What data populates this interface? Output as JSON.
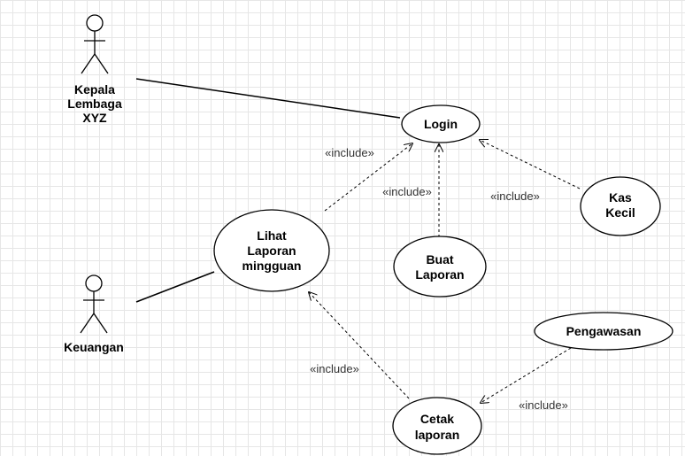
{
  "actors": [
    {
      "id": "kepala",
      "name_lines": [
        "Kepala",
        "Lembaga",
        "XYZ"
      ]
    },
    {
      "id": "keuangan",
      "name_lines": [
        "Keuangan"
      ]
    }
  ],
  "use_cases": [
    {
      "id": "login",
      "lines": [
        "Login"
      ]
    },
    {
      "id": "kas",
      "lines": [
        "Kas",
        "Kecil"
      ]
    },
    {
      "id": "lihat",
      "lines": [
        "Lihat",
        "Laporan",
        "mingguan"
      ]
    },
    {
      "id": "buat",
      "lines": [
        "Buat",
        "Laporan"
      ]
    },
    {
      "id": "pengawasan",
      "lines": [
        "Pengawasan"
      ]
    },
    {
      "id": "cetak",
      "lines": [
        "Cetak",
        "laporan"
      ]
    }
  ],
  "associations": [
    {
      "from": "kepala",
      "to": "login"
    },
    {
      "from": "keuangan",
      "to": "lihat"
    }
  ],
  "include_label": "«include»",
  "includes": [
    {
      "from": "lihat",
      "to": "login",
      "label": "«include»"
    },
    {
      "from": "buat",
      "to": "login",
      "label": "«include»"
    },
    {
      "from": "kas",
      "to": "login",
      "label": "«include»"
    },
    {
      "from": "cetak",
      "to": "lihat",
      "label": "«include»"
    },
    {
      "from": "pengawasan",
      "to": "cetak",
      "label": "«include»"
    }
  ]
}
